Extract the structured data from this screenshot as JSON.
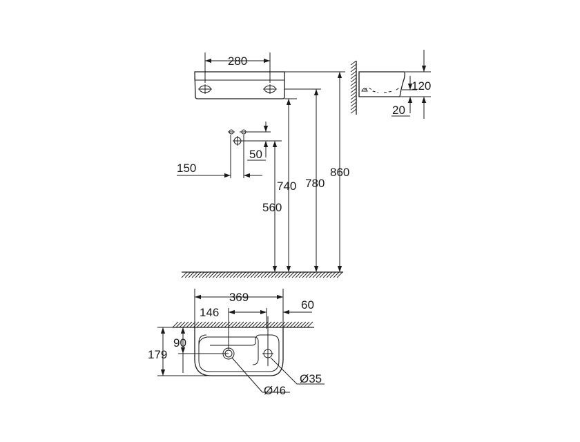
{
  "drawing": {
    "top_view": {
      "width_label": "280"
    },
    "connection_view": {
      "spacing_label": "50",
      "offset_label": "150",
      "height_label": "560"
    },
    "front_heights": {
      "h740": "740",
      "h780": "780",
      "h860": "860"
    },
    "side_view": {
      "depth_label": "120",
      "rim_label": "20"
    },
    "plan_view": {
      "overall_width": "369",
      "tap_offset": "146",
      "side_offset": "60",
      "depth": "179",
      "center_depth": "90",
      "waste_diameter": "Ø46",
      "tap_diameter": "Ø35"
    }
  }
}
